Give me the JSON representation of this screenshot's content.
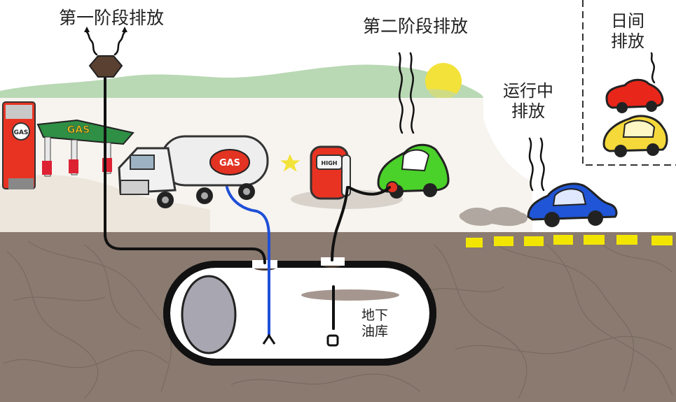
{
  "labels": {
    "stage1": "第一阶段排放",
    "stage2": "第二阶段排放",
    "running_line1": "运行中",
    "running_line2": "排放",
    "diurnal_line1": "日间",
    "diurnal_line2": "排放",
    "tank_line1": "地下",
    "tank_line2": "油库"
  },
  "signs": {
    "station_sign": "GAS",
    "station_canopy": "GAS",
    "tanker": "GAS",
    "pump": "HIGH"
  },
  "colors": {
    "ground": "#8a7a70",
    "hills": "#b9d8b4",
    "sun": "#f3e23a",
    "road_dash": "#f2e600",
    "pipe_vapor": "#111111",
    "pipe_fuel": "#1f4fd8",
    "green_car": "#4ad12a",
    "blue_car": "#1f55d6",
    "red_car": "#e8261a",
    "yellow_car": "#f5d83a"
  }
}
